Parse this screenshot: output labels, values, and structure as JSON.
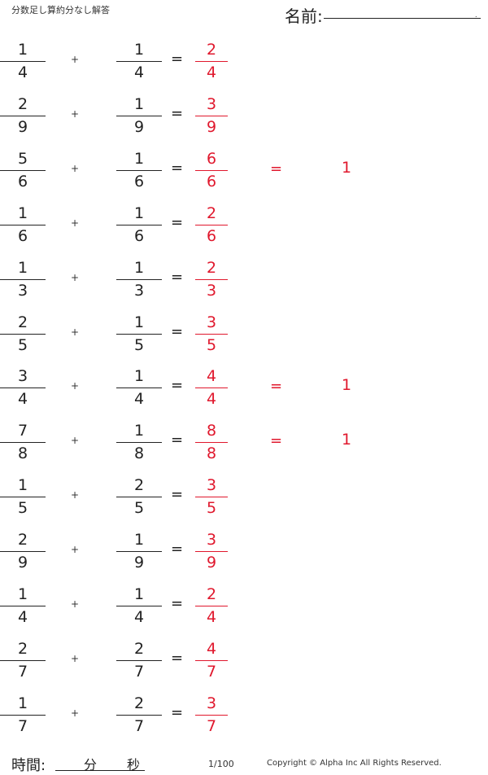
{
  "header": {
    "title": "分数足し算約分なし解答",
    "name_label": "名前:",
    "name_dot": "."
  },
  "problems": [
    {
      "a": {
        "num": "1",
        "den": "4"
      },
      "b": {
        "num": "1",
        "den": "4"
      },
      "ans": {
        "num": "2",
        "den": "4"
      },
      "simplified": ""
    },
    {
      "a": {
        "num": "2",
        "den": "9"
      },
      "b": {
        "num": "1",
        "den": "9"
      },
      "ans": {
        "num": "3",
        "den": "9"
      },
      "simplified": ""
    },
    {
      "a": {
        "num": "5",
        "den": "6"
      },
      "b": {
        "num": "1",
        "den": "6"
      },
      "ans": {
        "num": "6",
        "den": "6"
      },
      "simplified": "1"
    },
    {
      "a": {
        "num": "1",
        "den": "6"
      },
      "b": {
        "num": "1",
        "den": "6"
      },
      "ans": {
        "num": "2",
        "den": "6"
      },
      "simplified": ""
    },
    {
      "a": {
        "num": "1",
        "den": "3"
      },
      "b": {
        "num": "1",
        "den": "3"
      },
      "ans": {
        "num": "2",
        "den": "3"
      },
      "simplified": ""
    },
    {
      "a": {
        "num": "2",
        "den": "5"
      },
      "b": {
        "num": "1",
        "den": "5"
      },
      "ans": {
        "num": "3",
        "den": "5"
      },
      "simplified": ""
    },
    {
      "a": {
        "num": "3",
        "den": "4"
      },
      "b": {
        "num": "1",
        "den": "4"
      },
      "ans": {
        "num": "4",
        "den": "4"
      },
      "simplified": "1"
    },
    {
      "a": {
        "num": "7",
        "den": "8"
      },
      "b": {
        "num": "1",
        "den": "8"
      },
      "ans": {
        "num": "8",
        "den": "8"
      },
      "simplified": "1"
    },
    {
      "a": {
        "num": "1",
        "den": "5"
      },
      "b": {
        "num": "2",
        "den": "5"
      },
      "ans": {
        "num": "3",
        "den": "5"
      },
      "simplified": ""
    },
    {
      "a": {
        "num": "2",
        "den": "9"
      },
      "b": {
        "num": "1",
        "den": "9"
      },
      "ans": {
        "num": "3",
        "den": "9"
      },
      "simplified": ""
    },
    {
      "a": {
        "num": "1",
        "den": "4"
      },
      "b": {
        "num": "1",
        "den": "4"
      },
      "ans": {
        "num": "2",
        "den": "4"
      },
      "simplified": ""
    },
    {
      "a": {
        "num": "2",
        "den": "7"
      },
      "b": {
        "num": "2",
        "den": "7"
      },
      "ans": {
        "num": "4",
        "den": "7"
      },
      "simplified": ""
    },
    {
      "a": {
        "num": "1",
        "den": "7"
      },
      "b": {
        "num": "2",
        "den": "7"
      },
      "ans": {
        "num": "3",
        "den": "7"
      },
      "simplified": ""
    }
  ],
  "symbols": {
    "plus": "+",
    "equals": "="
  },
  "footer": {
    "time_label": "時間:",
    "minutes_label": "分",
    "seconds_label": "秒",
    "page": "1/100",
    "copyright": "Copyright © Alpha Inc All Rights Reserved."
  },
  "colors": {
    "answer": "#e0182d",
    "text": "#222222"
  }
}
